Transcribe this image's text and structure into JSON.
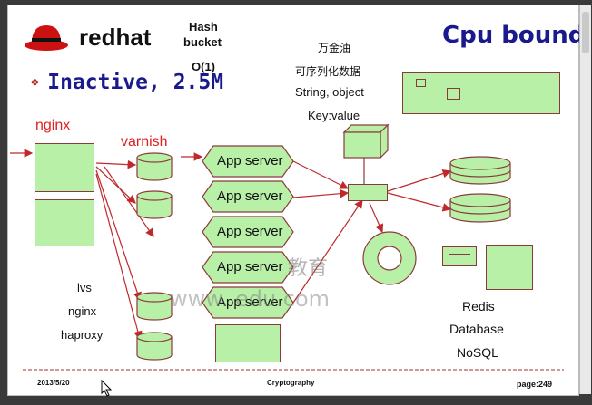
{
  "brand": {
    "name": "redhat"
  },
  "title": "Cpu bound",
  "bullet": "Inactive, 2.5M",
  "hash": {
    "line1": "Hash",
    "line2": "bucket",
    "line3": "O(1)"
  },
  "kv": {
    "line1": "万金油",
    "line2": "可序列化数据",
    "line3": "String, object",
    "line4": "Key:value"
  },
  "labels": {
    "nginx": "nginx",
    "varnish": "varnish"
  },
  "lb_list": [
    "lvs",
    "nginx",
    "haproxy"
  ],
  "app_servers": [
    "App server",
    "App server",
    "App server",
    "App server",
    "App server"
  ],
  "store_list": [
    "Redis",
    "Database",
    "NoSQL"
  ],
  "watermark": {
    "line1": "教育",
    "line2": "www.         edu.com"
  },
  "footer": {
    "date": "2013/5/20",
    "center": "Cryptography",
    "page": "page:249"
  },
  "colors": {
    "box_fill": "#b8f0a8",
    "arrow": "#c0282c",
    "title_blue": "#1a1a8c",
    "label_red": "#e02020"
  }
}
